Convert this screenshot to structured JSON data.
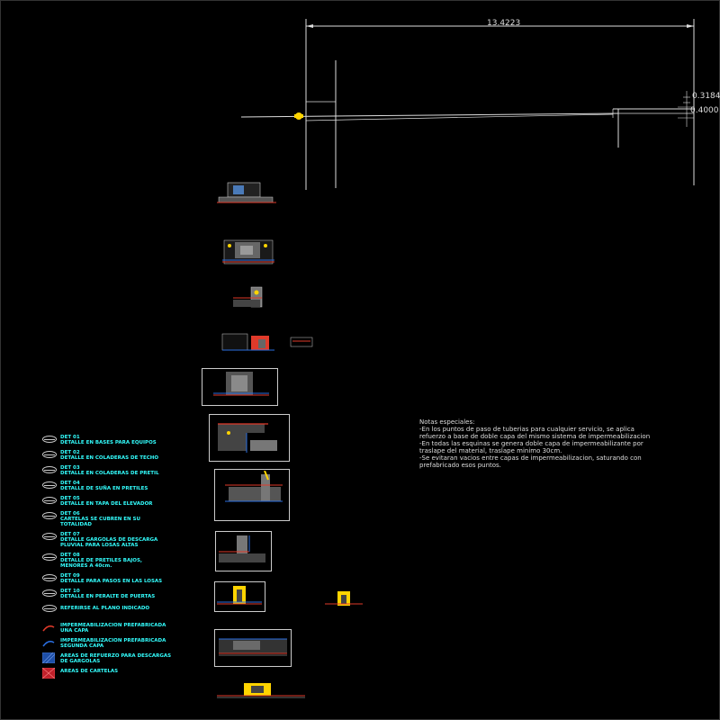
{
  "dimensions": {
    "overall_length": "13.4223",
    "upper_height": "0.3184",
    "lower_height": "0.4000"
  },
  "legend": {
    "items": [
      {
        "code": "DET 01",
        "desc": "DETALLE EN BASES PARA EQUIPOS"
      },
      {
        "code": "DET 02",
        "desc": "DETALLE EN COLADERAS DE TECHO"
      },
      {
        "code": "DET 03",
        "desc": "DETALLE EN COLADERAS DE PRETIL"
      },
      {
        "code": "DET 04",
        "desc": "DETALLE DE SUÑA EN PRETILES"
      },
      {
        "code": "DET 05",
        "desc": "DETALLE EN TAPA DEL ELEVADOR"
      },
      {
        "code": "DET 06",
        "desc": "CARTELAS SE CUBREN EN SU TOTALIDAD"
      },
      {
        "code": "DET 07",
        "desc": "DETALLE GARGOLAS DE DESCARGA PLUVIAL PARA LOSAS ALTAS"
      },
      {
        "code": "DET 08",
        "desc": "DETALLE DE PRETILES BAJOS, MENORES A 40cm."
      },
      {
        "code": "DET 09",
        "desc": "DETALLE PARA PASOS EN LAS LOSAS"
      },
      {
        "code": "DET 10",
        "desc": "DETALLE EN PERALTE DE PUERTAS"
      },
      {
        "code": "",
        "desc": "REFERIRSE AL PLANO INDICADO"
      }
    ],
    "symbols": [
      {
        "color": "#e03a2a",
        "desc": "IMPERMEABILIZACION PREFABRICADA UNA CAPA"
      },
      {
        "color": "#2a6ee0",
        "desc": "IMPERMEABILIZACION PREFABRICADA SEGUNDA CAPA"
      },
      {
        "color": "#1e4fa8",
        "desc": "AREAS DE REFUERZO PARA DESCARGAS DE GARGOLAS"
      },
      {
        "color": "#c0202a",
        "desc": "AREAS DE CARTELAS"
      }
    ]
  },
  "notes": {
    "title": "Notas especiales:",
    "lines": [
      "-En los puntos de paso de tuberias para cualquier servicio, se aplica refuerzo a base de doble capa del mismo sistema de impermeabilizacion",
      "-En todas las esquinas se genera doble capa de impermeabilizante por traslape del material, traslape minimo 30cm.",
      "-Se evitaran vacios entre capas de impermeabilizacion, saturando con prefabricado esos puntos."
    ]
  },
  "colors": {
    "background": "#000000",
    "linework": "#e6e6e6",
    "legend_text": "#33ffff",
    "accent_yellow": "#ffd400",
    "accent_red": "#e03a2a",
    "accent_blue": "#2a6ee0"
  }
}
